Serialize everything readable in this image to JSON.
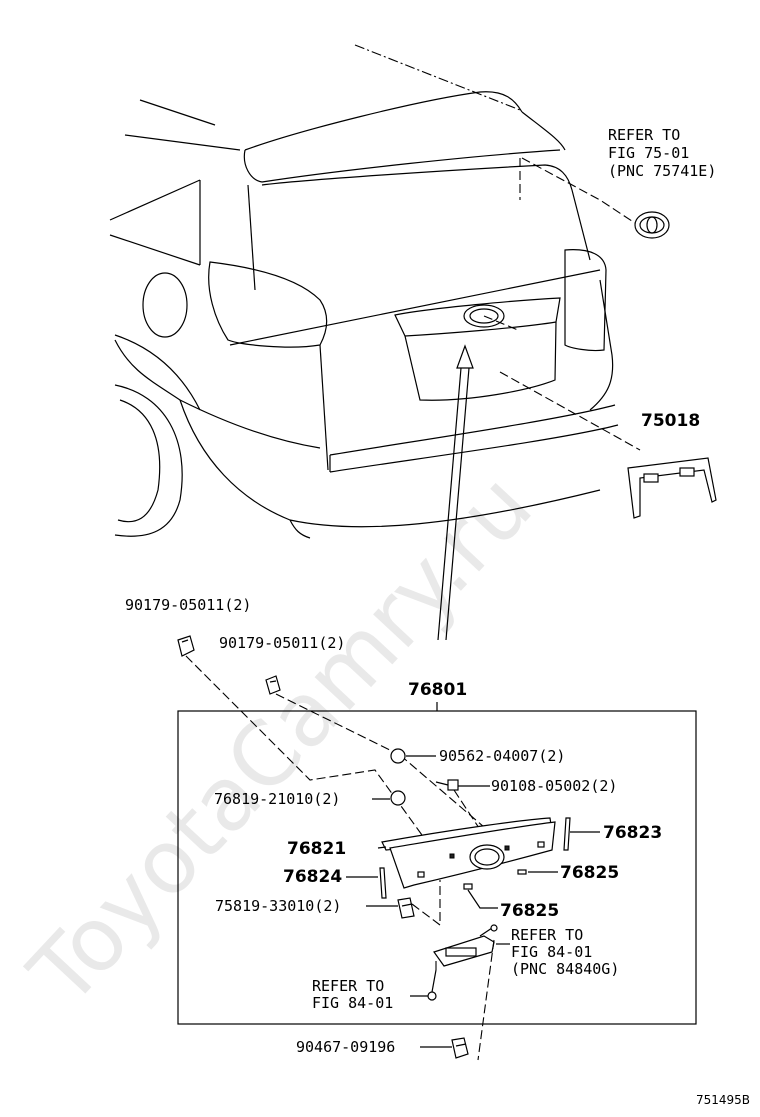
{
  "watermark": "ToyotaCamry.ru",
  "figure_code": "751495B",
  "labels": {
    "refer_75_01": [
      "REFER TO",
      "FIG 75-01",
      "(PNC 75741E)"
    ],
    "pnc_75018": "75018",
    "clip_a": "90179-05011(2)",
    "clip_b": "90179-05011(2)",
    "assembly": "76801",
    "nut": "90562-04007(2)",
    "bolt": "90108-05002(2)",
    "grommet": "76819-21010(2)",
    "pnc_76823": "76823",
    "pnc_76821": "76821",
    "pnc_76825_a": "76825",
    "pnc_76824": "76824",
    "clip_c": "75819-33010(2)",
    "pnc_76825_b": "76825",
    "refer_84_01_a": [
      "REFER TO",
      "FIG 84-01",
      "(PNC 84840G)"
    ],
    "refer_84_01_b": [
      "REFER TO",
      "FIG 84-01"
    ],
    "fastener": "90467-09196"
  }
}
